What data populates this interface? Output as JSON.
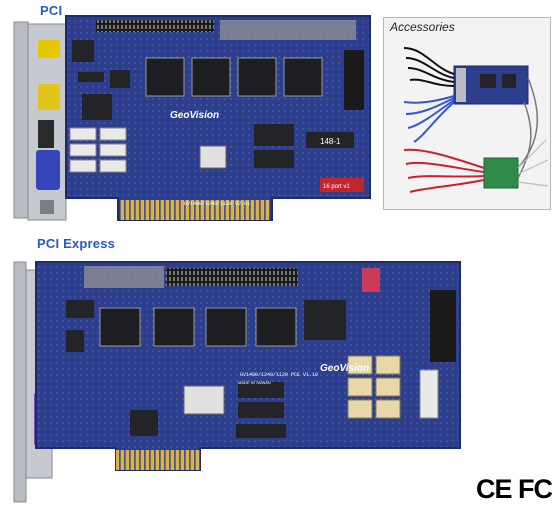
{
  "labels": {
    "pci": "PCI",
    "pci_express": "PCI Express",
    "accessories": "Accessories"
  },
  "pci_card": {
    "brand": "GeoVision",
    "model": "GV1480/1240/1120 V2.01",
    "chip": "148-1",
    "tag": "16 port v1"
  },
  "pcie_card": {
    "brand": "GeoVision",
    "model": "GV1480/1240/1120 PCE V1.10",
    "origin": "MADE IN TAIWAN"
  },
  "certification": {
    "marks": "CE FC"
  },
  "colors": {
    "pcb": "#2c3e8c",
    "pcb_dark": "#1d2b6b",
    "chip": "#222428",
    "gold": "#d8b24a",
    "bracket": "#b9bcc2",
    "label_blue": "#2b59c3"
  }
}
